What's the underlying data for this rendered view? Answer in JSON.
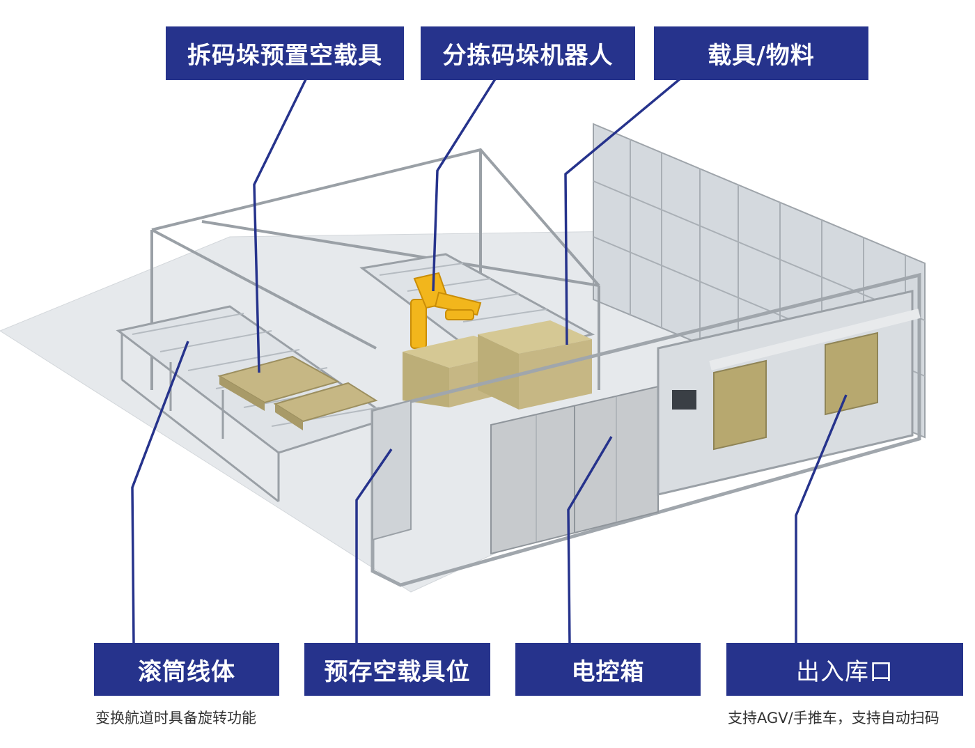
{
  "colors": {
    "label_bg": "#26338c",
    "label_text": "#ffffff",
    "leader_line": "#26338c",
    "floor": "#e4e7ea",
    "frame": "#b9bec4",
    "cabinet": "#c9cccf",
    "box": "#c6b784",
    "robot": "#f2b61c"
  },
  "labels": {
    "top": [
      {
        "text": "拆码垛预置空载具"
      },
      {
        "text": "分拣码垛机器人"
      },
      {
        "text": "载具/物料"
      }
    ],
    "bottom": [
      {
        "text": "滚筒线体",
        "caption": "变换航道时具备旋转功能"
      },
      {
        "text": "预存空载具位",
        "caption": ""
      },
      {
        "text": "电控箱",
        "caption": ""
      },
      {
        "text": "出入库口",
        "caption": "支持AGV/手推车，支持自动扫码"
      }
    ]
  }
}
